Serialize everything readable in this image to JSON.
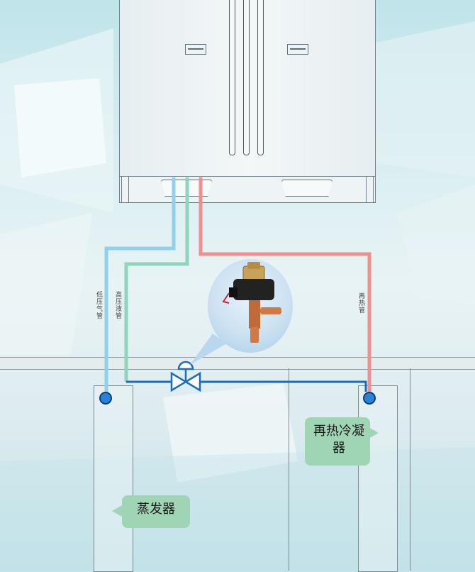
{
  "labels": {
    "low_pressure_gas_pipe": "低压气管",
    "high_pressure_liquid_pipe": "高压液管",
    "reheat_pipe": "再热管",
    "reheat_condenser": "再热冷凝器",
    "evaporator": "蒸发器"
  },
  "colors": {
    "low_pressure_pipe": "#8fd0ef",
    "high_pressure_pipe": "#8fd5be",
    "reheat_pipe": "#f08f8f",
    "connection_pipe": "#1c6db8",
    "callout_bg": "#9fd5b5"
  },
  "icons": {
    "valve": "solenoid-valve-icon",
    "port": "pipe-port-dot"
  }
}
